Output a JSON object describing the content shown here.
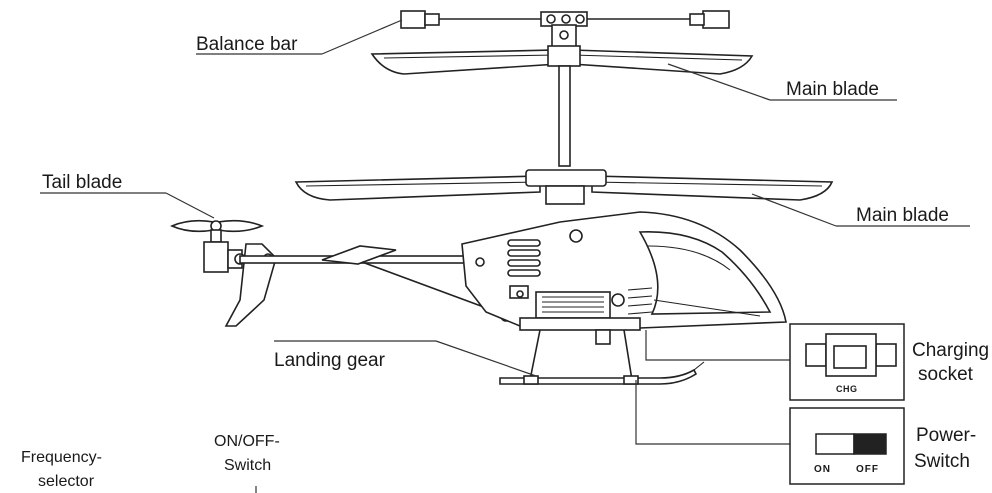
{
  "labels": {
    "balance_bar": "Balance bar",
    "main_blade_top": "Main blade",
    "tail_blade": "Tail blade",
    "main_blade_lower": "Main blade",
    "landing_gear": "Landing gear",
    "charging_socket_line1": "Charging",
    "charging_socket_line2": "socket",
    "power_switch_line1": "Power-",
    "power_switch_line2": "Switch",
    "frequency_line1": "Frequency-",
    "frequency_line2": "selector",
    "onoff_line1": "ON/OFF-",
    "onoff_line2": "Switch"
  },
  "charging_inset": {
    "chg_text": "CHG"
  },
  "power_inset": {
    "on_text": "ON",
    "off_text": "OFF"
  }
}
